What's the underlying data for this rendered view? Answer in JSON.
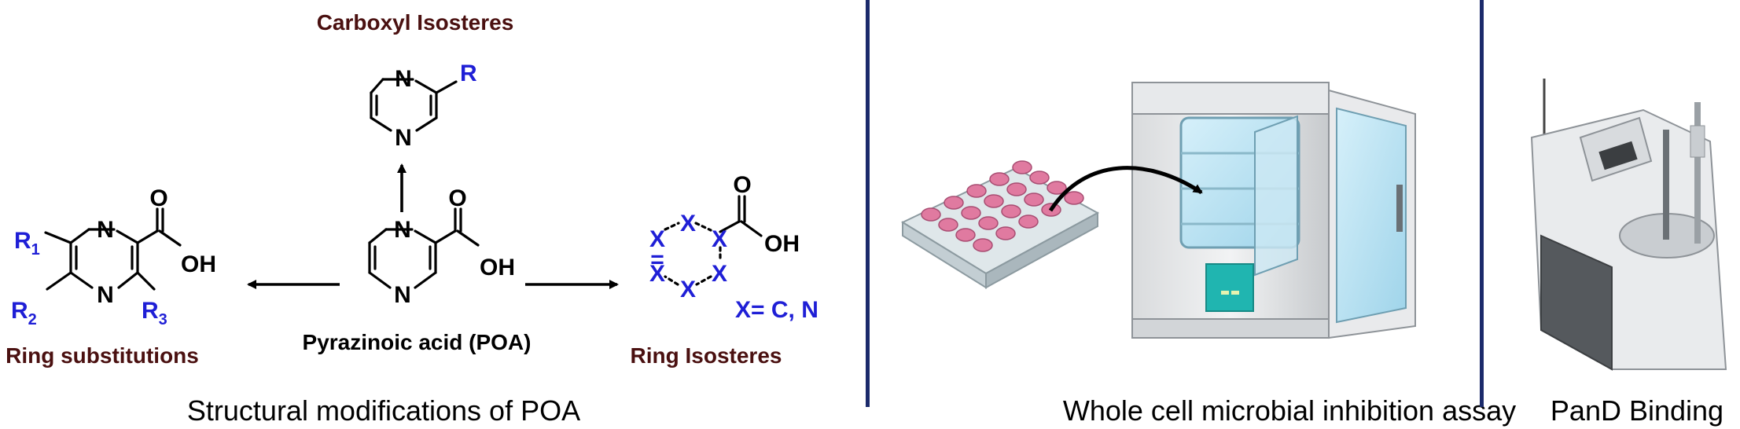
{
  "panels": {
    "chemistry": {
      "top_title": "Carboxyl Isosteres",
      "center_label": "Pyrazinoic acid (POA)",
      "left_title": "Ring substitutions",
      "right_title": "Ring Isosteres",
      "right_note": "X= C, N",
      "caption": "Structural modifications of POA",
      "atoms": {
        "N": "N",
        "O": "O",
        "OH": "OH",
        "R": "R",
        "R1": "R",
        "R1_sub": "1",
        "R2": "R",
        "R2_sub": "2",
        "R3": "R",
        "R3_sub": "3",
        "X": "X",
        "equals": "="
      }
    },
    "assay": {
      "caption": "Whole cell microbial inhibition assay"
    },
    "binding": {
      "caption": "PanD Binding"
    }
  },
  "colors": {
    "heading": "#4a1010",
    "substituent": "#1f1fd6",
    "divider": "#1b2a6b",
    "plate_well": "#e07aa0",
    "incubator_window": "#bfe6f5",
    "incubator_panel": "#20b5b0"
  }
}
